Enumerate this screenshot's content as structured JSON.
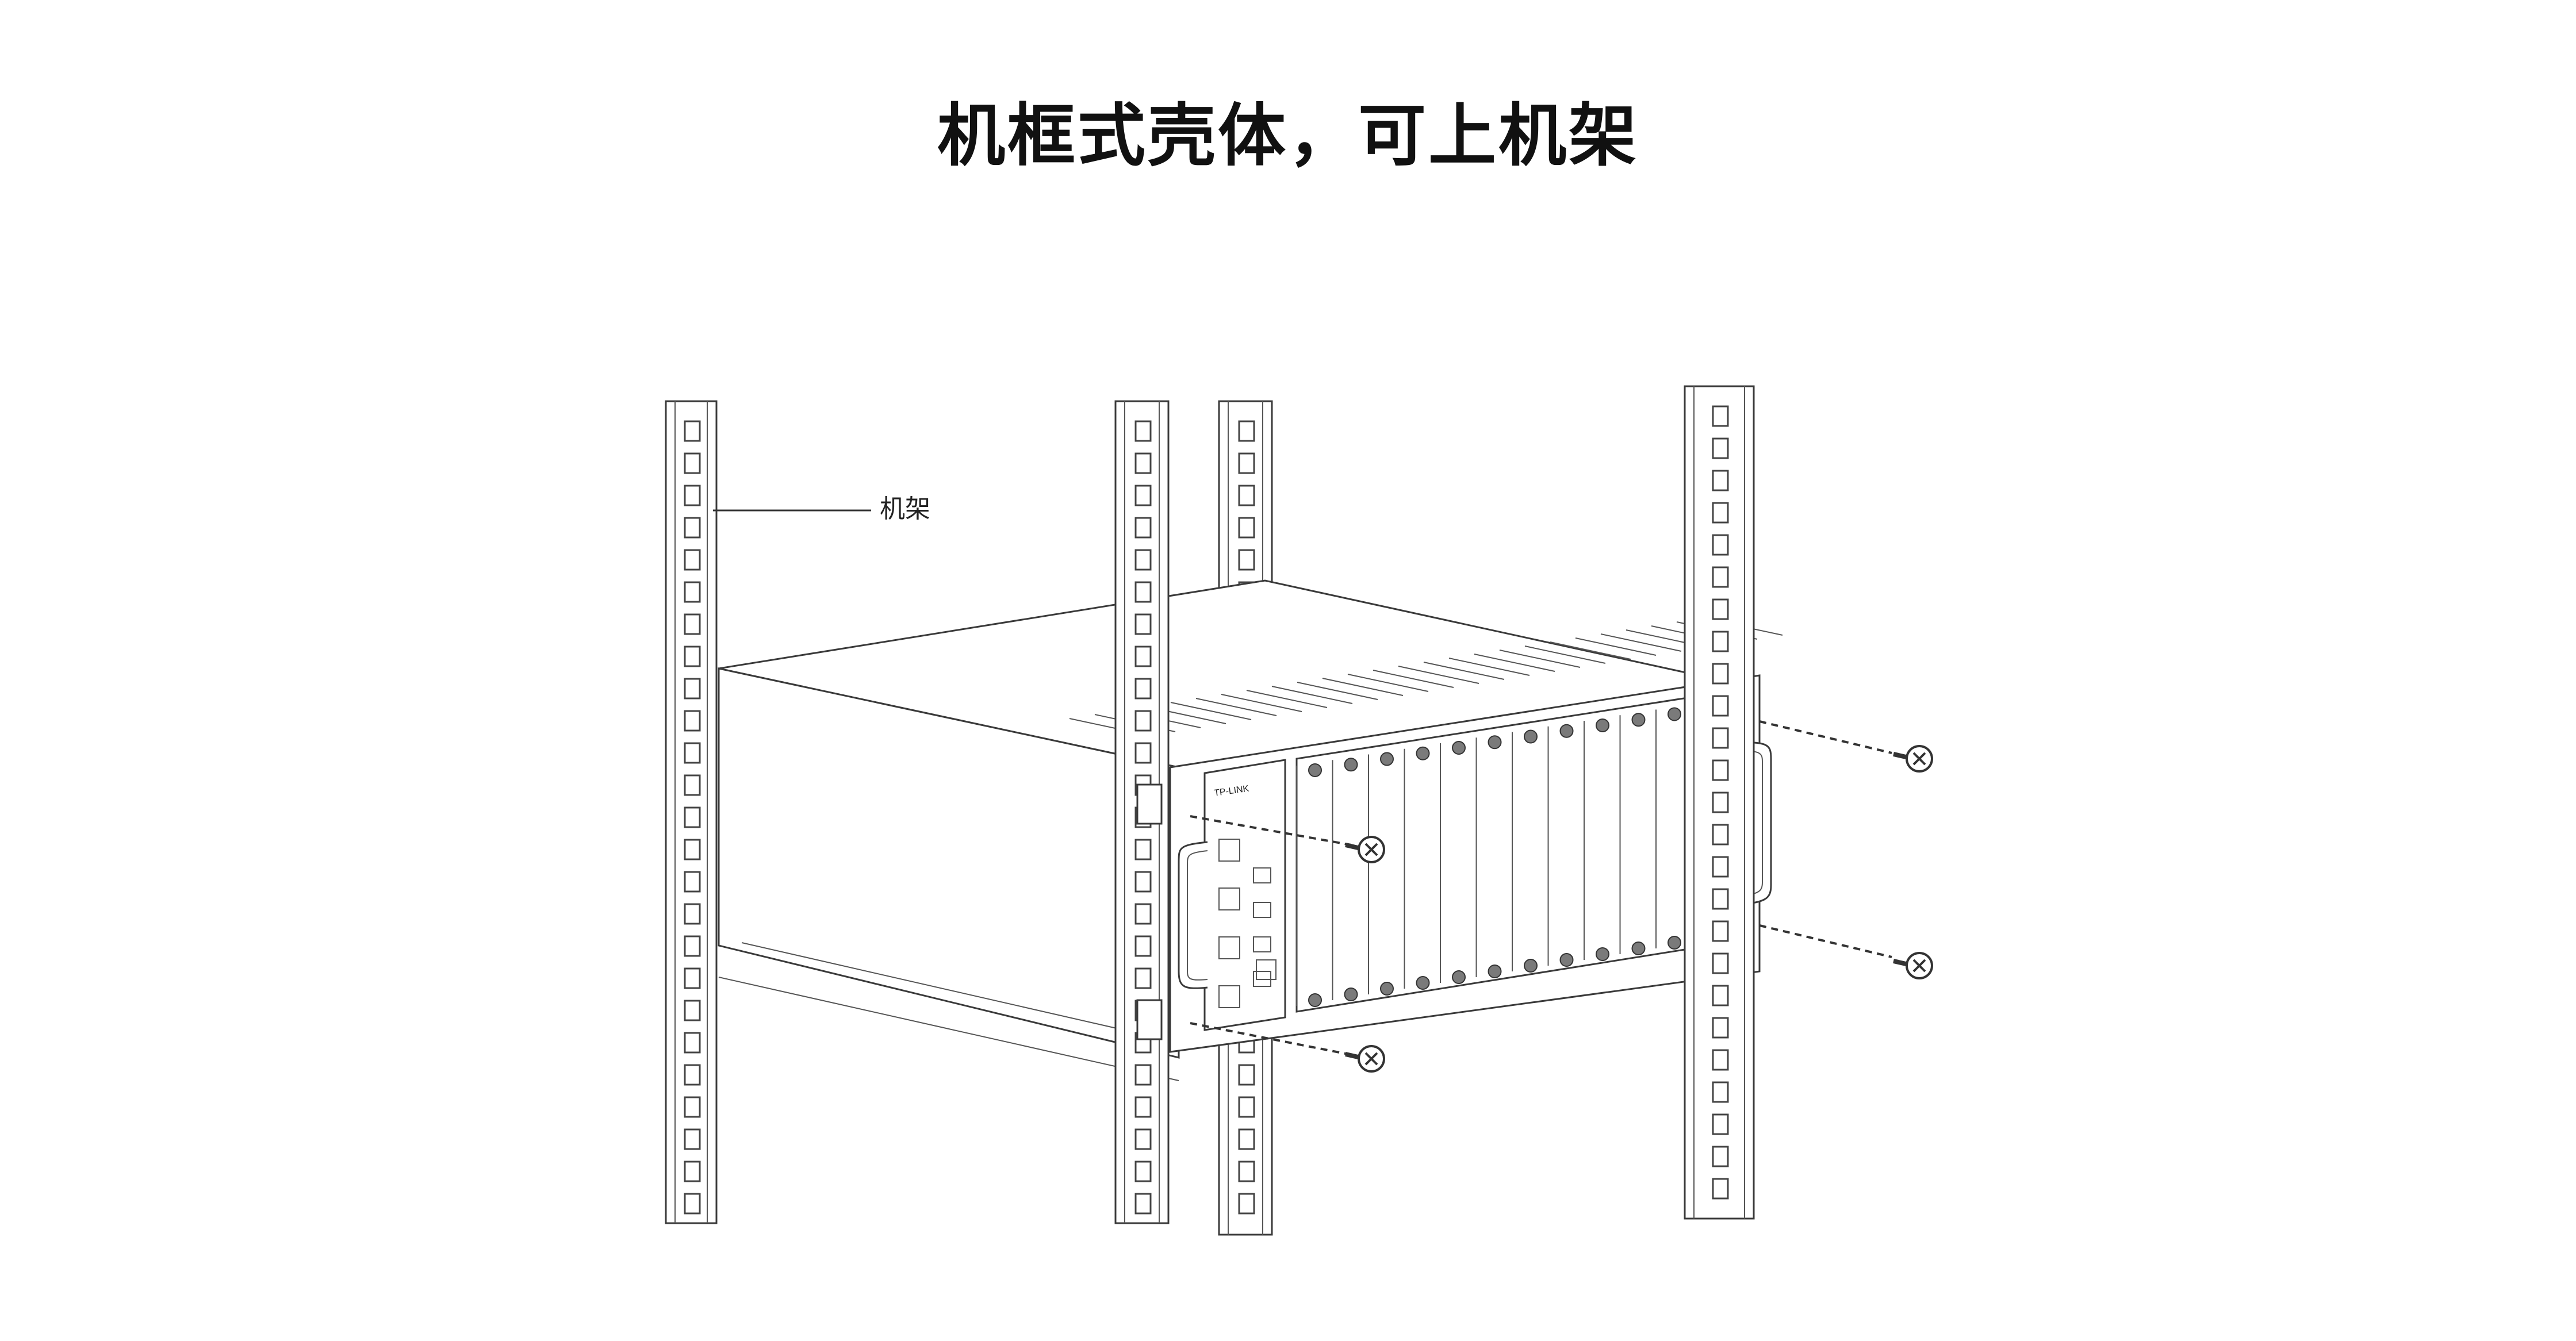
{
  "title": "机框式壳体，可上机架",
  "callout": {
    "label": "机架"
  },
  "front_panel": {
    "brand": "TP-LINK"
  }
}
